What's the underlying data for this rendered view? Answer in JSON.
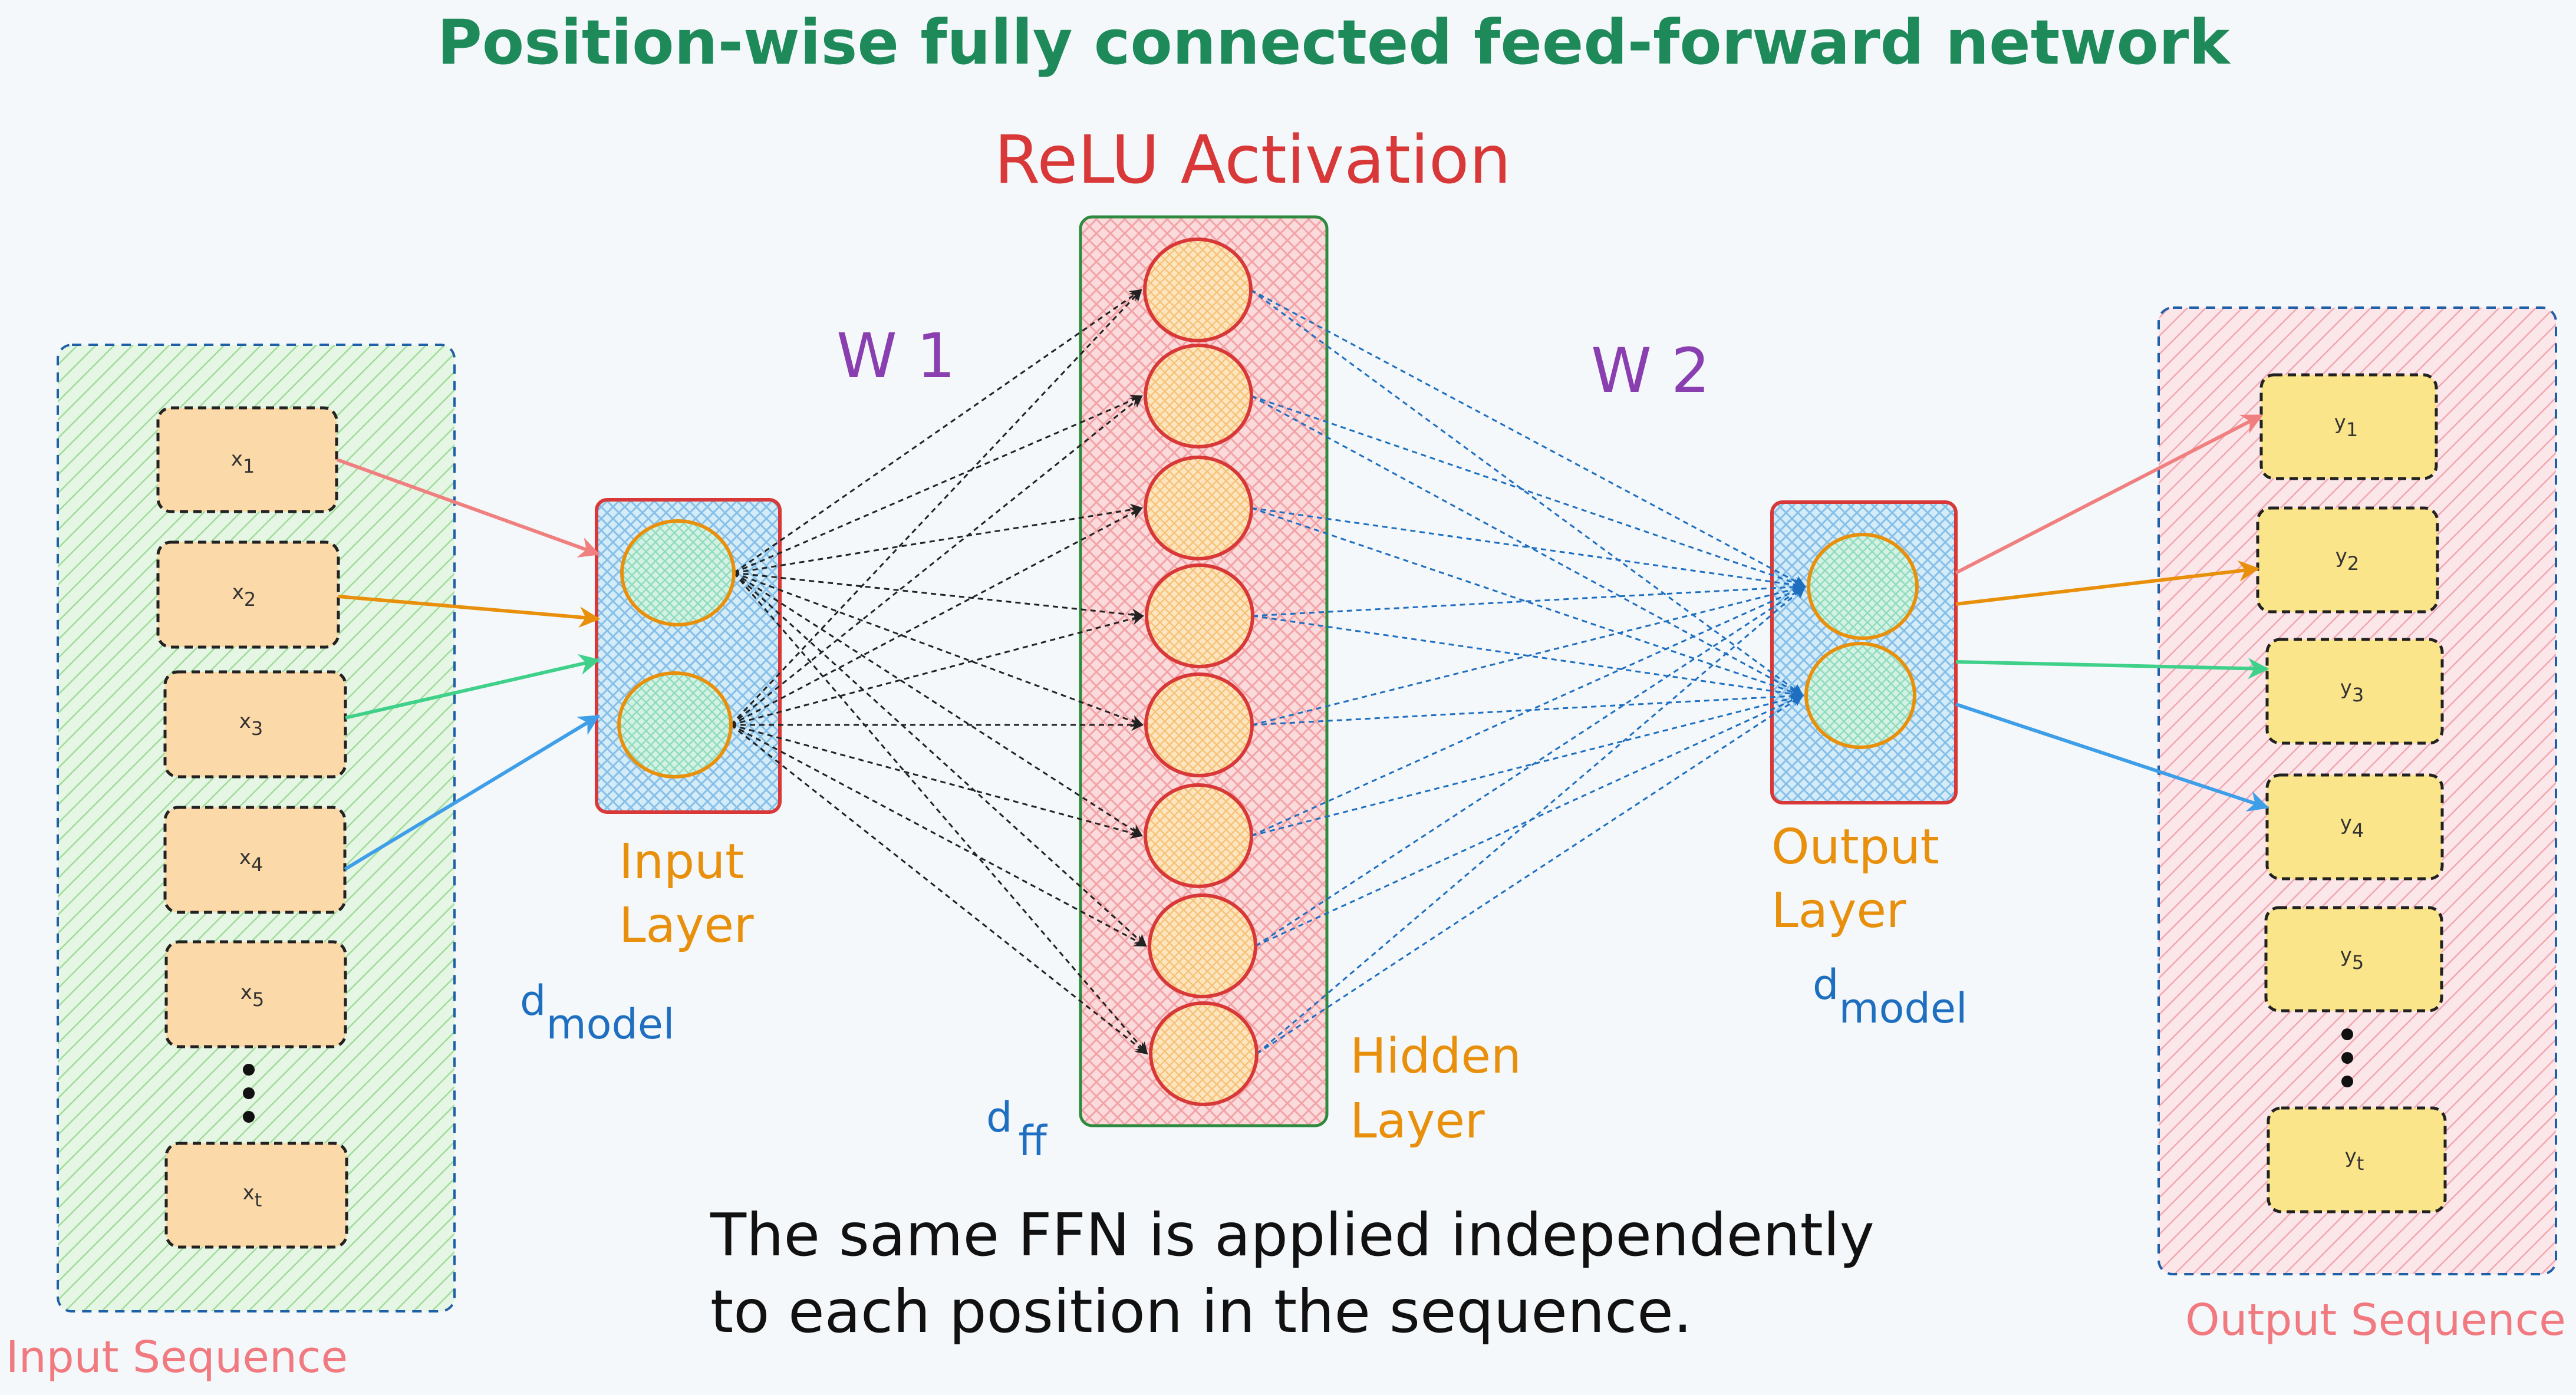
{
  "title": "Position-wise fully connected feed-forward network",
  "activation_label": "ReLU Activation",
  "w1_label": "W 1",
  "w2_label": "W 2",
  "input_layer": {
    "line1": "Input",
    "line2": "Layer",
    "dim_main": "d",
    "dim_sub": "model"
  },
  "hidden_layer": {
    "line1": "Hidden",
    "line2": "Layer",
    "dim_main": "d",
    "dim_sub": "ff"
  },
  "output_layer": {
    "line1": "Output",
    "line2": "Layer",
    "dim_main": "d",
    "dim_sub": "model"
  },
  "input_sequence": {
    "label": "Input Sequence",
    "items": [
      {
        "main": "x",
        "sub": "1"
      },
      {
        "main": "x",
        "sub": "2"
      },
      {
        "main": "x",
        "sub": "3"
      },
      {
        "main": "x",
        "sub": "4"
      },
      {
        "main": "x",
        "sub": "5"
      },
      {
        "main": "x",
        "sub": "t"
      }
    ]
  },
  "output_sequence": {
    "label": "Output Sequence",
    "items": [
      {
        "main": "y",
        "sub": "1"
      },
      {
        "main": "y",
        "sub": "2"
      },
      {
        "main": "y",
        "sub": "3"
      },
      {
        "main": "y",
        "sub": "4"
      },
      {
        "main": "y",
        "sub": "5"
      },
      {
        "main": "y",
        "sub": "t"
      }
    ]
  },
  "caption": {
    "line1": "The same FFN is applied independently",
    "line2": "to each position in the sequence."
  },
  "colors": {
    "title": "#1e8a5a",
    "relu": "#d83838",
    "weights": "#8a3fb0",
    "layer_label": "#e8900c",
    "dim": "#1f6fc0",
    "seq_label": "#f07a80",
    "arrow_x1": "#f08080",
    "arrow_x2": "#e8900c",
    "arrow_x3": "#3fd08a",
    "arrow_x4": "#3f9ee8",
    "w1_edges": "#222222",
    "w2_edges": "#1f6fc0",
    "input_box_fill": "#dff3de",
    "input_box_stroke": "#1f5fa8",
    "output_box_fill": "#fbe0e4",
    "output_box_stroke": "#1f5fa8",
    "x_item_fill": "#fbd9a8",
    "y_item_fill": "#fbe58a",
    "neuron_fill": "#fde3b5",
    "neuron_stroke": "#d83838",
    "io_neuron_fill": "#c9ecdf",
    "io_neuron_stroke": "#e8900c",
    "hidden_box_fill": "#fbd6d8",
    "hidden_box_stroke": "#2e8a3e",
    "io_box_fill": "#cfe8f6",
    "io_box_stroke": "#d83838"
  }
}
